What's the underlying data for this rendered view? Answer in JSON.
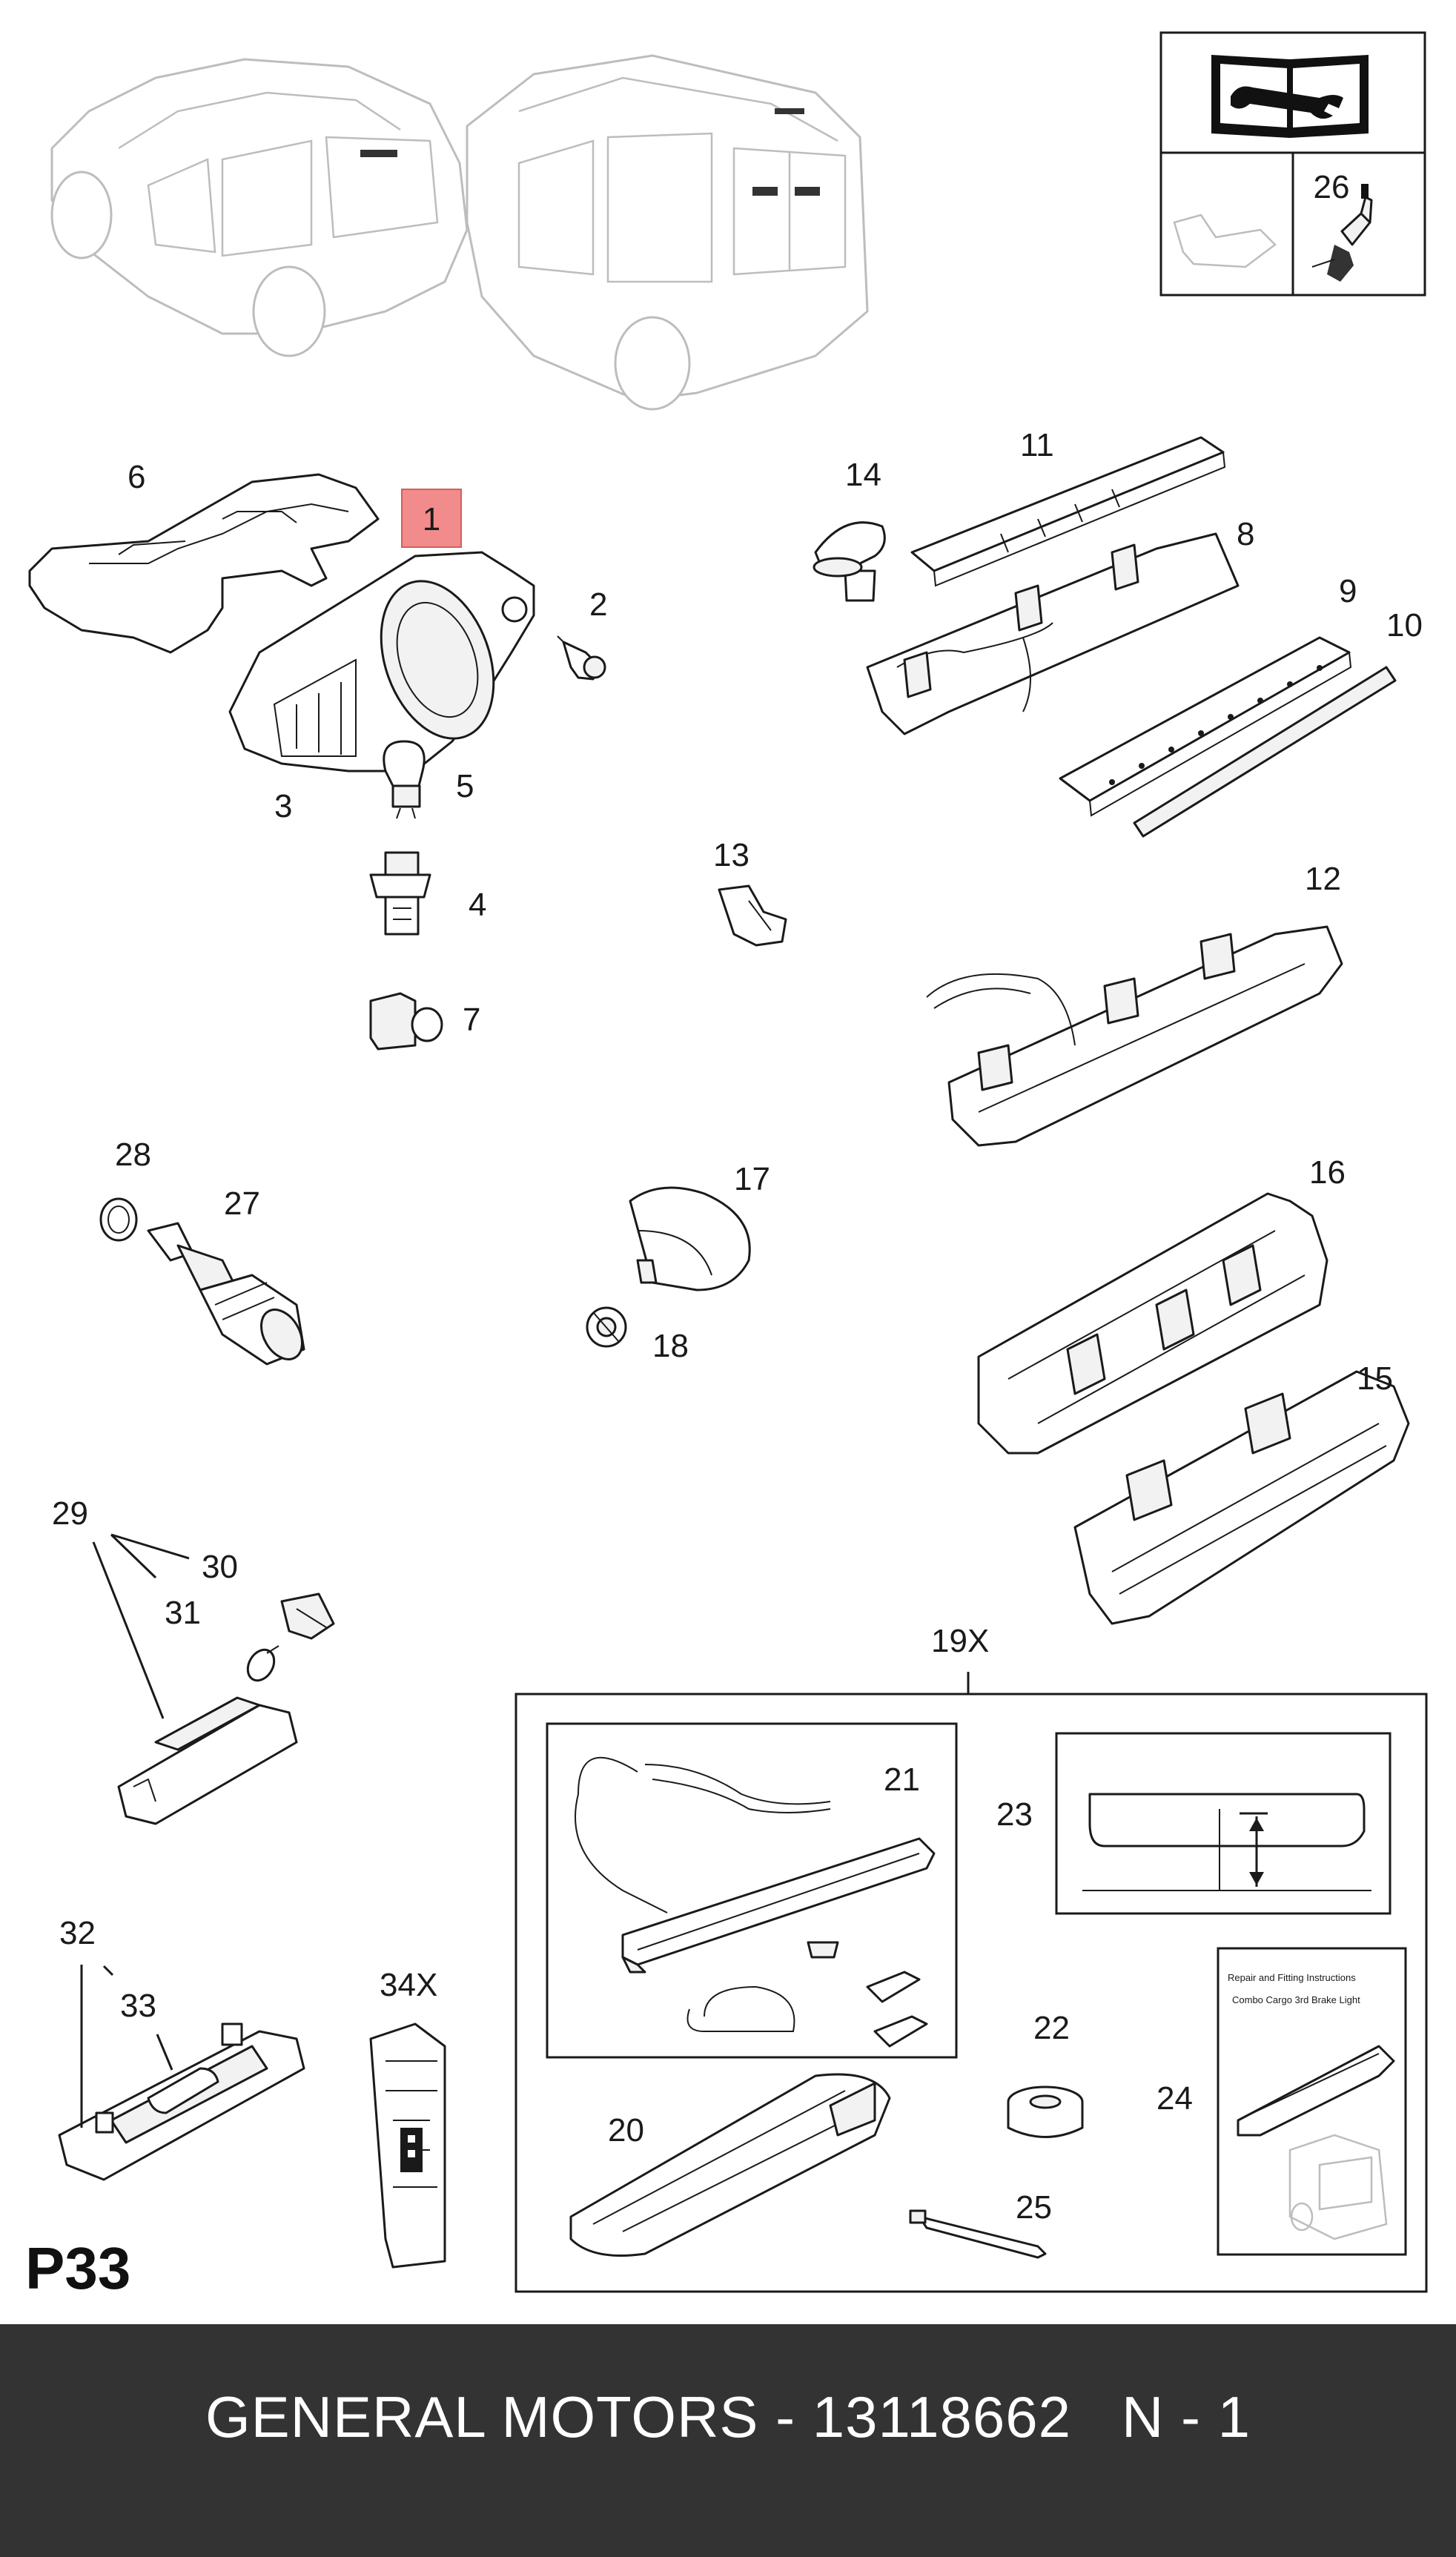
{
  "diagram": {
    "part_labels": {
      "p1": "1",
      "p2": "2",
      "p3": "3",
      "p4": "4",
      "p5": "5",
      "p6": "6",
      "p7": "7",
      "p8": "8",
      "p9": "9",
      "p10": "10",
      "p11": "11",
      "p12": "12",
      "p13": "13",
      "p14": "14",
      "p15": "15",
      "p16": "16",
      "p17": "17",
      "p18": "18",
      "p19x": "19X",
      "p20": "20",
      "p21": "21",
      "p22": "22",
      "p23": "23",
      "p24": "24",
      "p25": "25",
      "p26": "26",
      "p27": "27",
      "p28": "28",
      "p29": "29",
      "p30": "30",
      "p31": "31",
      "p32": "32",
      "p33": "33",
      "p34x": "34X"
    },
    "highlighted_part": "1",
    "highlight_color": "#f28b8b",
    "instruction_sheet": {
      "line1": "Repair and Fitting Instructions",
      "line2": "Combo Cargo 3rd Brake Light"
    },
    "page_code": "P33"
  },
  "footer": {
    "text": "GENERAL MOTORS - 13118662   N - 1",
    "background": "#333333",
    "text_color": "#ffffff"
  }
}
